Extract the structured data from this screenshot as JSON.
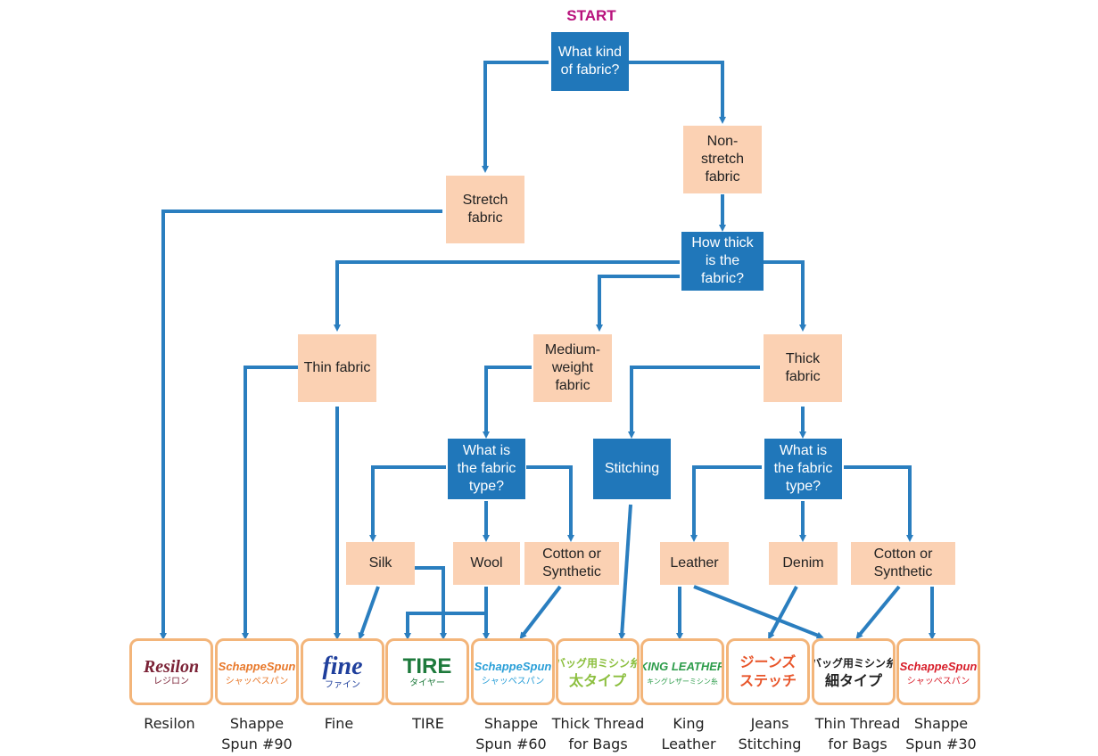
{
  "start_label": "START",
  "nodes": {
    "q_kind": "What kind of fabric?",
    "stretch": "Stretch fabric",
    "non_stretch": "Non-stretch fabric",
    "q_thick": "How thick is the fabric?",
    "thin": "Thin fabric",
    "medium": "Medium-weight fabric",
    "thick": "Thick fabric",
    "q_type_medium": "What is the fabric type?",
    "stitching": "Stitching",
    "q_type_thick": "What is the fabric type?",
    "silk": "Silk",
    "wool": "Wool",
    "cotton_medium": "Cotton or Synthetic",
    "leather": "Leather",
    "denim": "Denim",
    "cotton_thick": "Cotton or Synthetic"
  },
  "products": [
    {
      "logo": "Resilon",
      "logo_sub": "レジロン",
      "color": "#7b2236",
      "line1": "Resilon",
      "line2": ""
    },
    {
      "logo": "SchappeSpun",
      "logo_sub": "シャッペスパン",
      "color": "#e8782a",
      "line1": "Shappe",
      "line2": "Spun #90"
    },
    {
      "logo": "fine",
      "logo_sub": "ファイン",
      "color": "#1f3f9c",
      "line1": "Fine",
      "line2": ""
    },
    {
      "logo": "TIRE",
      "logo_sub": "タイヤー",
      "color": "#1e7a3c",
      "line1": "TIRE",
      "line2": ""
    },
    {
      "logo": "SchappeSpun",
      "logo_sub": "シャッペスパン",
      "color": "#2a9fd8",
      "line1": "Shappe",
      "line2": "Spun #60"
    },
    {
      "logo": "バッグ用ミシン糸",
      "logo_sub": "太タイプ",
      "color": "#8cbf3f",
      "line1": "Thick Thread",
      "line2": "for Bags"
    },
    {
      "logo": "KING LEATHER",
      "logo_sub": "キングレザーミシン糸",
      "color": "#2c9c4a",
      "line1": "King",
      "line2": "Leather"
    },
    {
      "logo": "ジーンズ",
      "logo_sub": "ステッチ",
      "color": "#e8552a",
      "line1": "Jeans",
      "line2": "Stitching"
    },
    {
      "logo": "バッグ用ミシン糸",
      "logo_sub": "細タイプ",
      "color": "#222222",
      "line1": "Thin Thread",
      "line2": "for Bags"
    },
    {
      "logo": "SchappeSpun",
      "logo_sub": "シャッペスパン",
      "color": "#d81e2a",
      "line1": "Shappe",
      "line2": "Spun #30"
    }
  ],
  "colors": {
    "arrow": "#2a7ebf",
    "blue_box": "#2077ba",
    "peach_box": "#fbd1b3",
    "product_border": "#f3b57a",
    "start": "#b8127c"
  }
}
